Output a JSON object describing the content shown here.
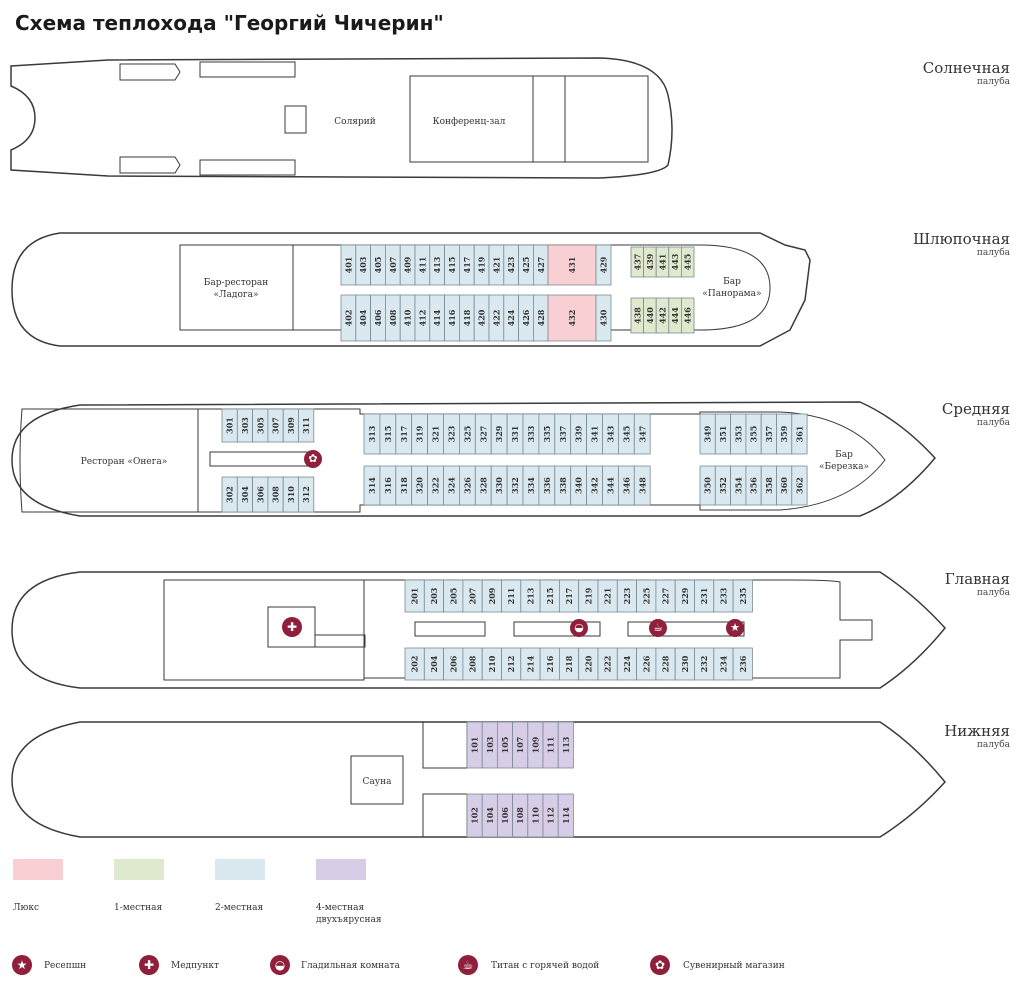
{
  "title": "Схема теплохода \"Георгий Чичерин\"",
  "colors": {
    "lux": "#f8cfd2",
    "single": "#dfe9cd",
    "double": "#d9e9ef",
    "quad": "#d8cde6",
    "icon": "#8f1f3a",
    "line": "#3a3a3a"
  },
  "decks": [
    {
      "name": "Солнечная",
      "sub": "палуба"
    },
    {
      "name": "Шлюпочная",
      "sub": "палуба"
    },
    {
      "name": "Средняя",
      "sub": "палуба"
    },
    {
      "name": "Главная",
      "sub": "палуба"
    },
    {
      "name": "Нижняя",
      "sub": "палуба"
    }
  ],
  "rooms": {
    "solarium": "Солярий",
    "conference": "Конференц-зал",
    "ladoga": "Бар-ресторан «Ладога»",
    "panorama": "Бар «Панорама»",
    "onega": "Ресторан «Онега»",
    "berezka": "Бар «Березка»",
    "sauna": "Сауна"
  },
  "cabins": {
    "boat": {
      "top": [
        "401",
        "403",
        "405",
        "407",
        "409",
        "411",
        "413",
        "415",
        "417",
        "419",
        "421",
        "423",
        "425",
        "427"
      ],
      "bottom": [
        "402",
        "404",
        "406",
        "408",
        "410",
        "412",
        "414",
        "416",
        "418",
        "420",
        "422",
        "424",
        "426",
        "428"
      ],
      "lux": [
        "431",
        "432"
      ],
      "double_extra": [
        "429",
        "430"
      ],
      "single_top": [
        "437",
        "439",
        "441",
        "443",
        "445"
      ],
      "single_bottom": [
        "438",
        "440",
        "442",
        "444",
        "446"
      ]
    },
    "middle": {
      "left_top": [
        "301",
        "303",
        "305",
        "307",
        "309",
        "311"
      ],
      "left_bottom": [
        "302",
        "304",
        "306",
        "308",
        "310",
        "312"
      ],
      "center_top": [
        "313",
        "315",
        "317",
        "319",
        "321",
        "323",
        "325",
        "327",
        "329",
        "331",
        "333",
        "335",
        "337",
        "339",
        "341",
        "343",
        "345",
        "347"
      ],
      "center_bottom": [
        "314",
        "316",
        "318",
        "320",
        "322",
        "324",
        "326",
        "328",
        "330",
        "332",
        "334",
        "336",
        "338",
        "340",
        "342",
        "344",
        "346",
        "348"
      ],
      "right_top": [
        "349",
        "351",
        "353",
        "355",
        "357",
        "359",
        "361"
      ],
      "right_bottom": [
        "350",
        "352",
        "354",
        "356",
        "358",
        "360",
        "362"
      ]
    },
    "main": {
      "top": [
        "201",
        "203",
        "205",
        "207",
        "209",
        "211",
        "213",
        "215",
        "217",
        "219",
        "221",
        "223",
        "225",
        "227",
        "229",
        "231",
        "233",
        "235"
      ],
      "bottom": [
        "202",
        "204",
        "206",
        "208",
        "210",
        "212",
        "214",
        "216",
        "218",
        "220",
        "222",
        "224",
        "226",
        "228",
        "230",
        "232",
        "234",
        "236"
      ]
    },
    "lower": {
      "top": [
        "101",
        "103",
        "105",
        "107",
        "109",
        "111",
        "113"
      ],
      "bottom": [
        "102",
        "104",
        "106",
        "108",
        "110",
        "112",
        "114"
      ]
    }
  },
  "legend": [
    {
      "label": "Люкс",
      "color": "#f8cfd2"
    },
    {
      "label": "1-местная",
      "color": "#dfe9cd"
    },
    {
      "label": "2-местная",
      "color": "#d9e9ef"
    },
    {
      "label": "4-местная двухъярусная",
      "color": "#d8cde6"
    }
  ],
  "icons": [
    {
      "icon": "star-icon",
      "glyph": "★",
      "label": "Ресепшн"
    },
    {
      "icon": "cross-icon",
      "glyph": "✚",
      "label": "Медпункт"
    },
    {
      "icon": "iron-icon",
      "glyph": "◒",
      "label": "Гладильная комната"
    },
    {
      "icon": "kettle-icon",
      "glyph": "☕",
      "label": "Титан с горячей водой"
    },
    {
      "icon": "gift-icon",
      "glyph": "✿",
      "label": "Сувенирный магазин"
    }
  ]
}
